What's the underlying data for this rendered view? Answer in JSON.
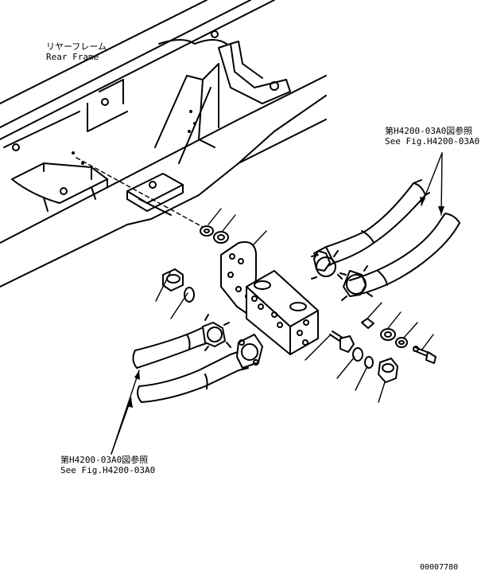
{
  "labels": {
    "rear_frame": {
      "jp": "リヤーフレーム",
      "en": "Rear Frame"
    },
    "ref_top": {
      "jp": "第H4200-03A0図参照",
      "en": "See Fig.H4200-03A0"
    },
    "ref_bottom": {
      "jp": "第H4200-03A0図参照",
      "en": "See Fig.H4200-03A0"
    },
    "figure_code": "00007780"
  },
  "colors": {
    "ink": "#000000",
    "paper": "#ffffff"
  }
}
